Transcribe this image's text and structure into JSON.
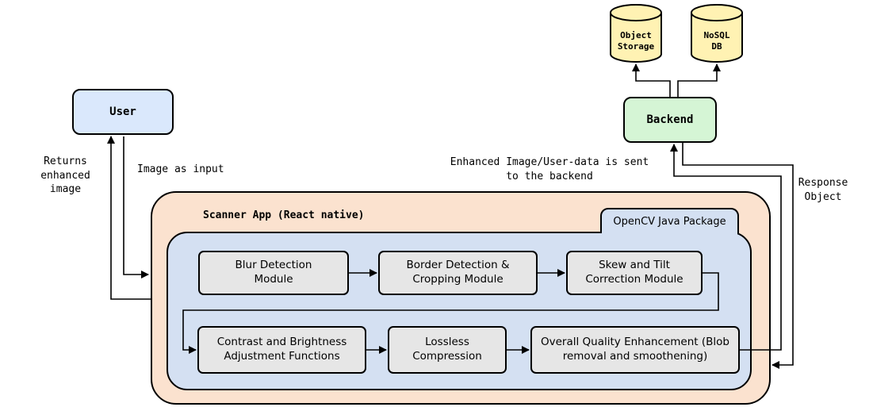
{
  "nodes": {
    "user": "User",
    "backend": "Backend",
    "object_storage": "Object\nStorage",
    "nosql_db": "NoSQL\nDB"
  },
  "app": {
    "title": "Scanner App (React native)",
    "package_tab": "OpenCV Java Package"
  },
  "modules": {
    "blur": "Blur Detection\nModule",
    "border": "Border Detection &\nCropping Module",
    "skew": "Skew and Tilt\nCorrection Module",
    "contrast": "Contrast and Brightness\nAdjustment Functions",
    "lossless": "Lossless\nCompression",
    "overall": "Overall Quality Enhancement (Blob\nremoval and smoothening)"
  },
  "labels": {
    "returns_enhanced": "Returns\nenhanced\nimage",
    "image_input": "Image as input",
    "sent_to_backend": "Enhanced Image/User-data is sent\nto the backend",
    "response_object": "Response\nObject"
  },
  "colors": {
    "user_fill": "#dae8fc",
    "backend_fill": "#d5f5d5",
    "database_fill": "#fff2b3",
    "app_fill": "#fbe2cf",
    "package_fill": "#d4e0f2",
    "module_fill": "#e6e6e6"
  }
}
